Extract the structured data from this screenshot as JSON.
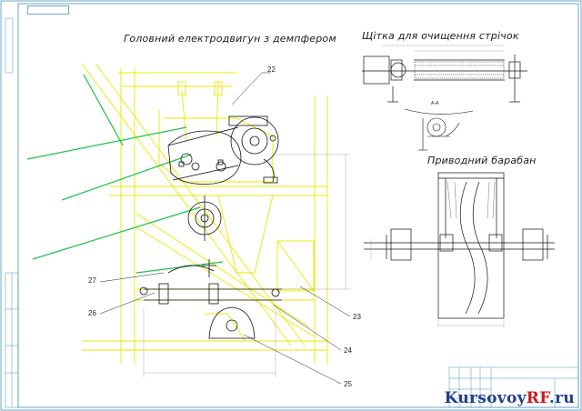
{
  "titles": {
    "motor": "Головний електродвигун з демпфером",
    "brush": "Щітка для очищення стрічок",
    "drum": "Приводний барабан"
  },
  "callouts": [
    "22",
    "23",
    "24",
    "25",
    "26",
    "27"
  ],
  "section_label": "А-А",
  "watermark": {
    "part1": "Kursovoy",
    "part2": "RF",
    "part3": ".ru"
  },
  "colors": {
    "outline": "#e8e800",
    "green": "#1ec24a",
    "line": "#111111",
    "dim": "#9a9a9a",
    "frame": "#4a90c0"
  }
}
